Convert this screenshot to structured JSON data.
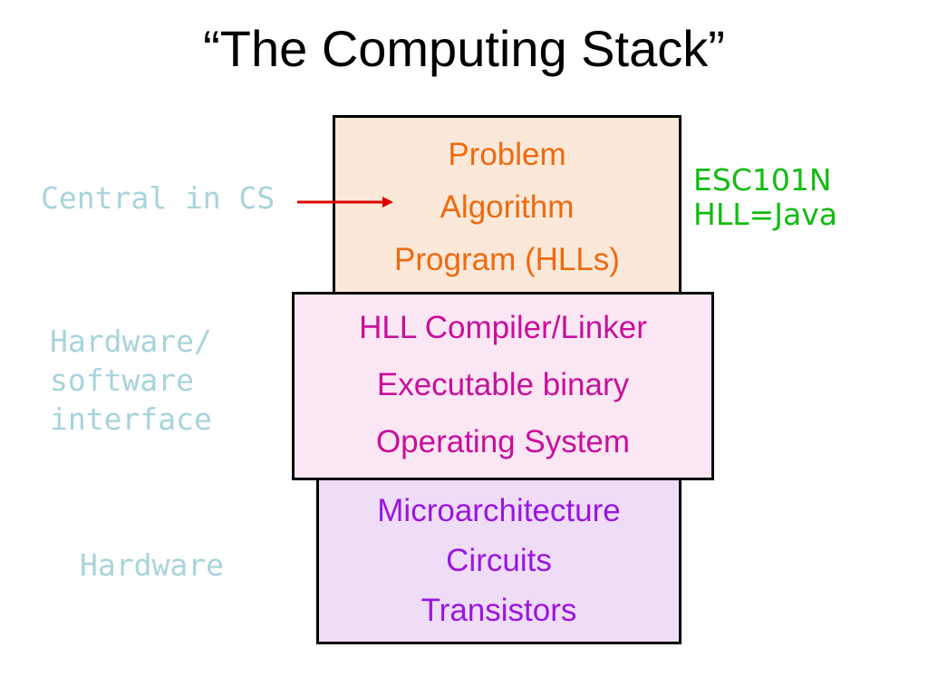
{
  "title": "“The Computing Stack”",
  "stack": {
    "top": [
      "Problem",
      "Algorithm",
      "Program (HLLs)"
    ],
    "middle": [
      "HLL Compiler/Linker",
      "Executable binary",
      "Operating System"
    ],
    "bottom": [
      "Microarchitecture",
      "Circuits",
      "Transistors"
    ]
  },
  "side_labels": {
    "central": "Central in CS",
    "interface": [
      "Hardware/",
      "software",
      "interface"
    ],
    "hardware": "Hardware"
  },
  "course_note": [
    "ESC101N",
    "HLL=Java"
  ],
  "colors": {
    "top_text": "#ee6a10",
    "middle_text": "#c8109c",
    "bottom_text": "#9a16e0",
    "side_label": "#a8d4da",
    "note": "#12bb12",
    "arrow": "#dd0000"
  }
}
